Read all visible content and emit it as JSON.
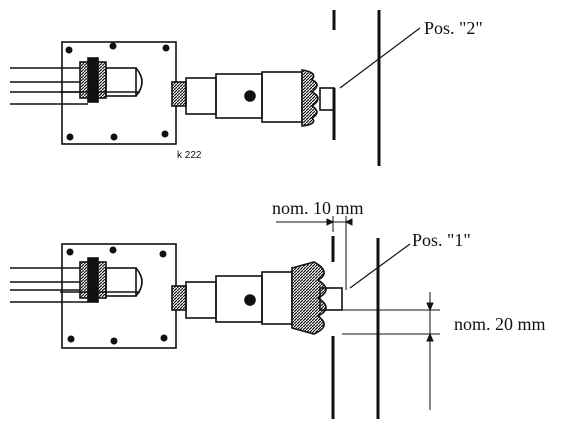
{
  "labels": {
    "pos2": "Pos. \"2\"",
    "pos1": "Pos. \"1\"",
    "figure_code": "k 222",
    "dim_10": "nom. 10 mm",
    "dim_20": "nom. 20 mm"
  },
  "colors": {
    "ink": "#111111",
    "background": "#ffffff"
  }
}
